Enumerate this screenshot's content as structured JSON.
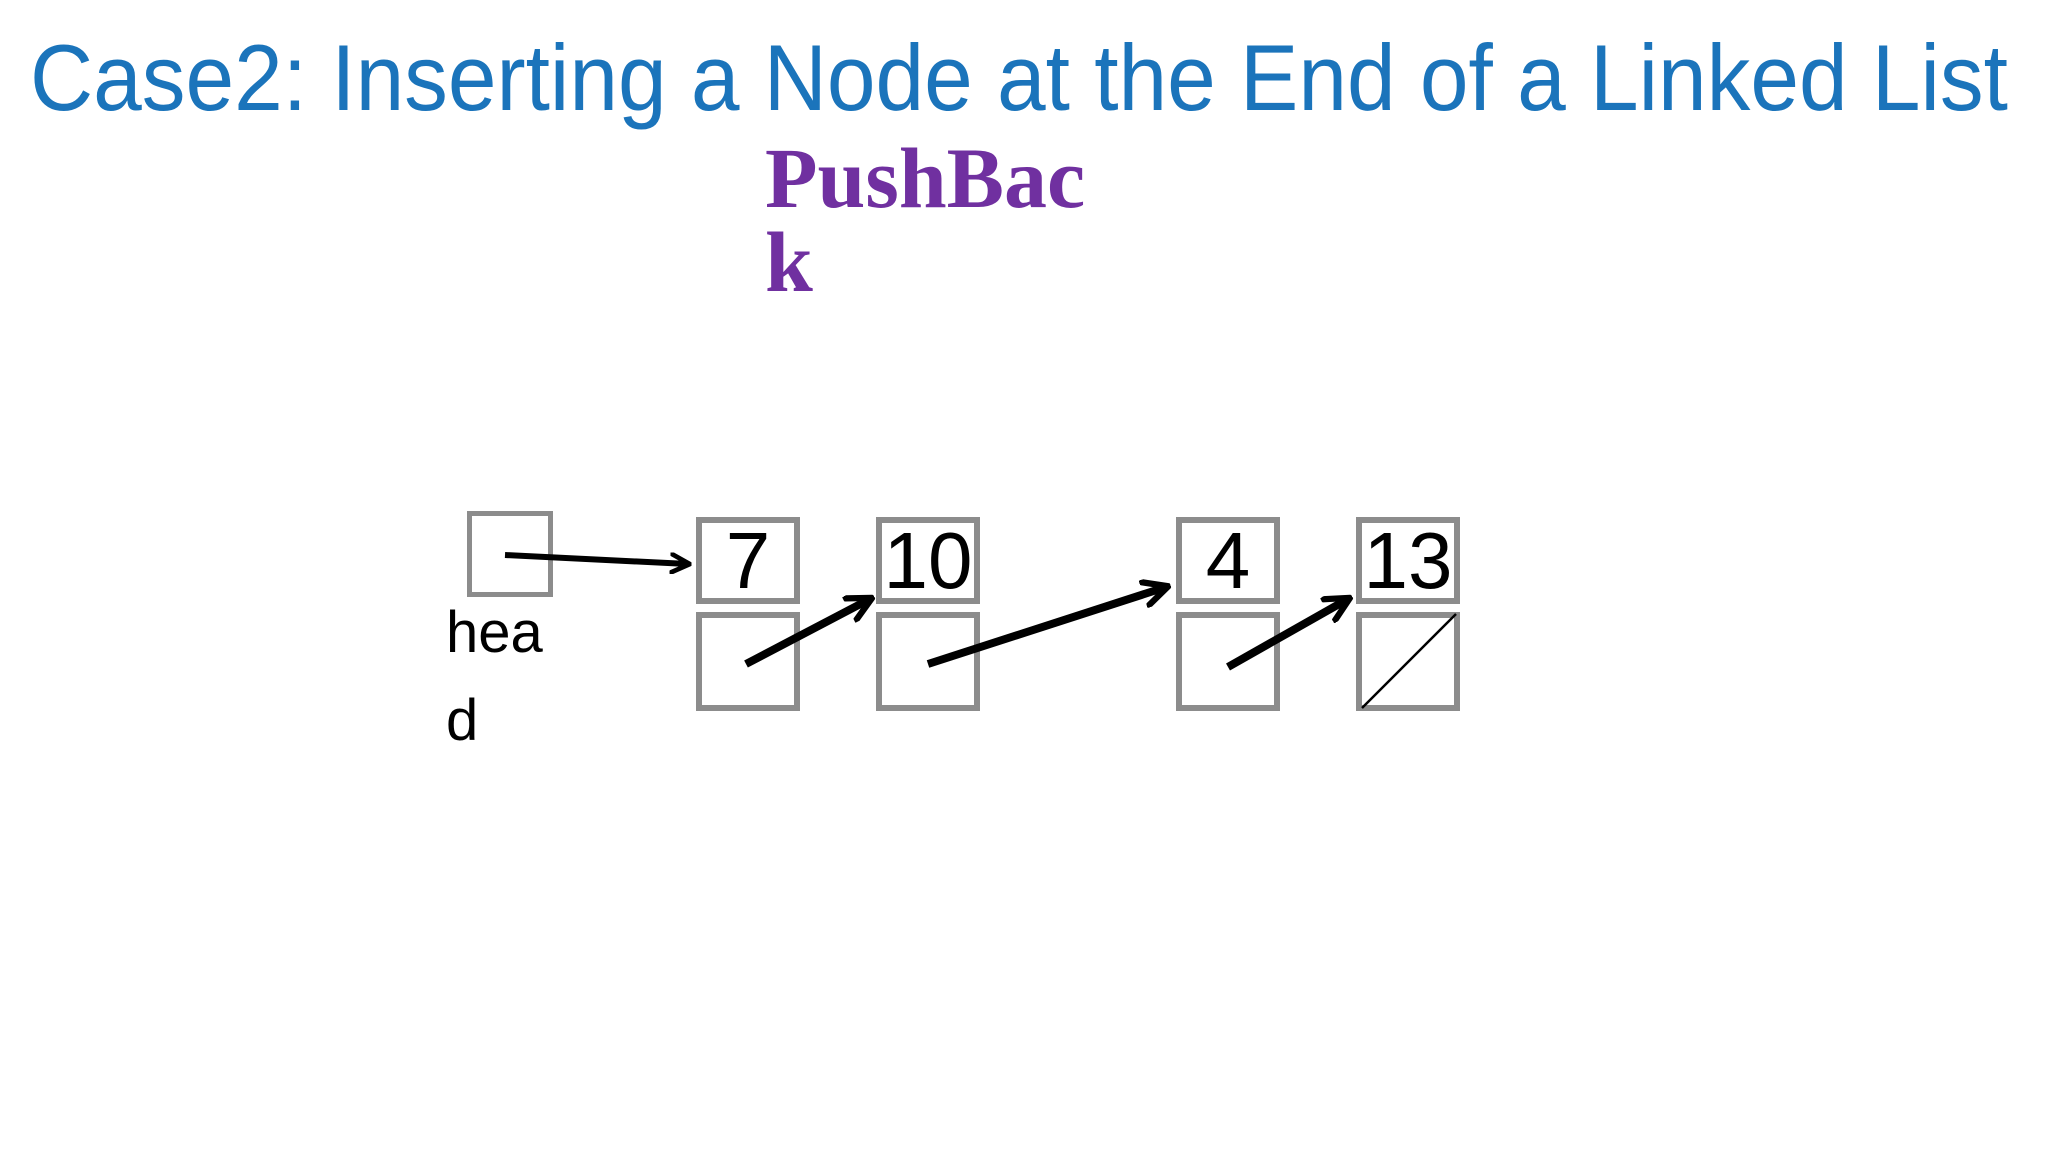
{
  "slide": {
    "title": "Case2: Inserting a Node at the End of a Linked List",
    "subtitle": {
      "text": "PushBack",
      "lines": [
        "PushBac",
        "k"
      ]
    }
  },
  "diagram": {
    "head_label": {
      "text": "head",
      "lines": [
        "hea",
        "d"
      ]
    },
    "nodes": [
      {
        "value": "7",
        "next": "10"
      },
      {
        "value": "10",
        "next": "4"
      },
      {
        "value": "4",
        "next": "13"
      },
      {
        "value": "13",
        "next": "null"
      }
    ]
  },
  "colors": {
    "title-blue": "#1b74bb",
    "accent-purple": "#7030a0",
    "box-gray": "#8c8c8c",
    "ink-black": "#000000"
  }
}
